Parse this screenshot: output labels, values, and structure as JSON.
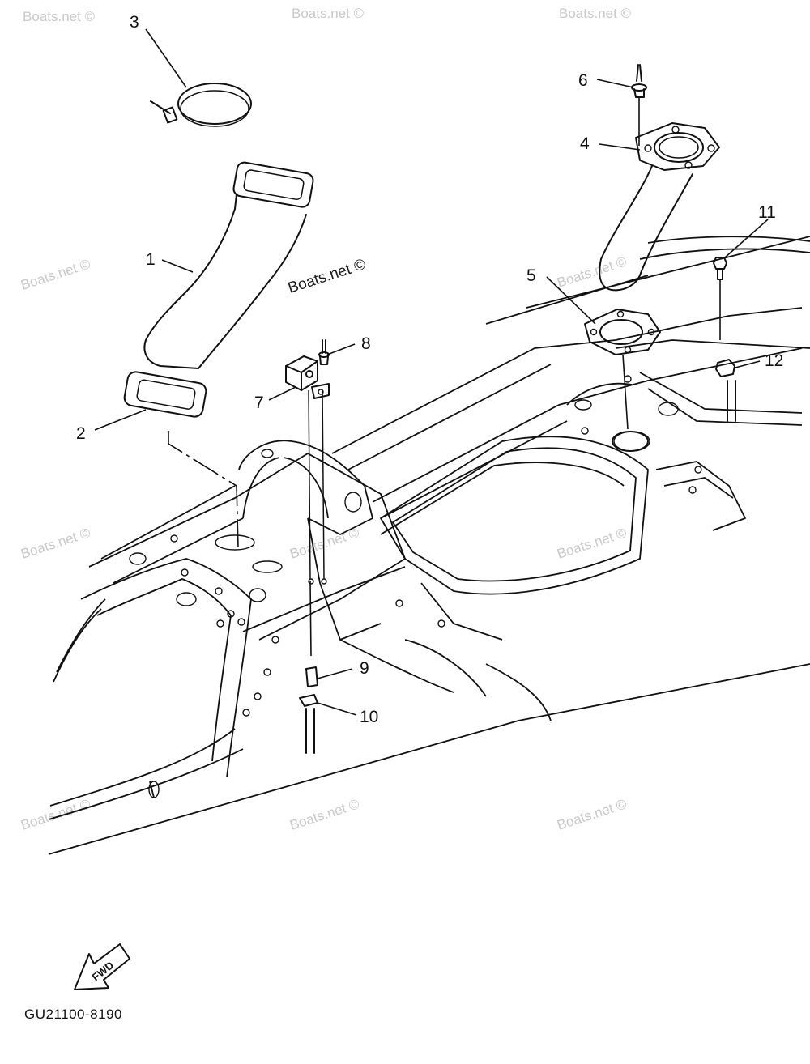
{
  "diagram": {
    "drawing_code": "GU21100-8190",
    "fwd_label": "FWD",
    "watermark_center": "Boats.net ©",
    "watermark_faint": "Boats.net ©",
    "callouts": [
      {
        "id": "1",
        "label": "1"
      },
      {
        "id": "2",
        "label": "2"
      },
      {
        "id": "3",
        "label": "3"
      },
      {
        "id": "4",
        "label": "4"
      },
      {
        "id": "5",
        "label": "5"
      },
      {
        "id": "6",
        "label": "6"
      },
      {
        "id": "7",
        "label": "7"
      },
      {
        "id": "8",
        "label": "8"
      },
      {
        "id": "9",
        "label": "9"
      },
      {
        "id": "10",
        "label": "10"
      },
      {
        "id": "11",
        "label": "11"
      },
      {
        "id": "12",
        "label": "12"
      }
    ],
    "colors": {
      "line": "#111111",
      "watermark": "#c9c9c9",
      "background": "#ffffff"
    }
  }
}
